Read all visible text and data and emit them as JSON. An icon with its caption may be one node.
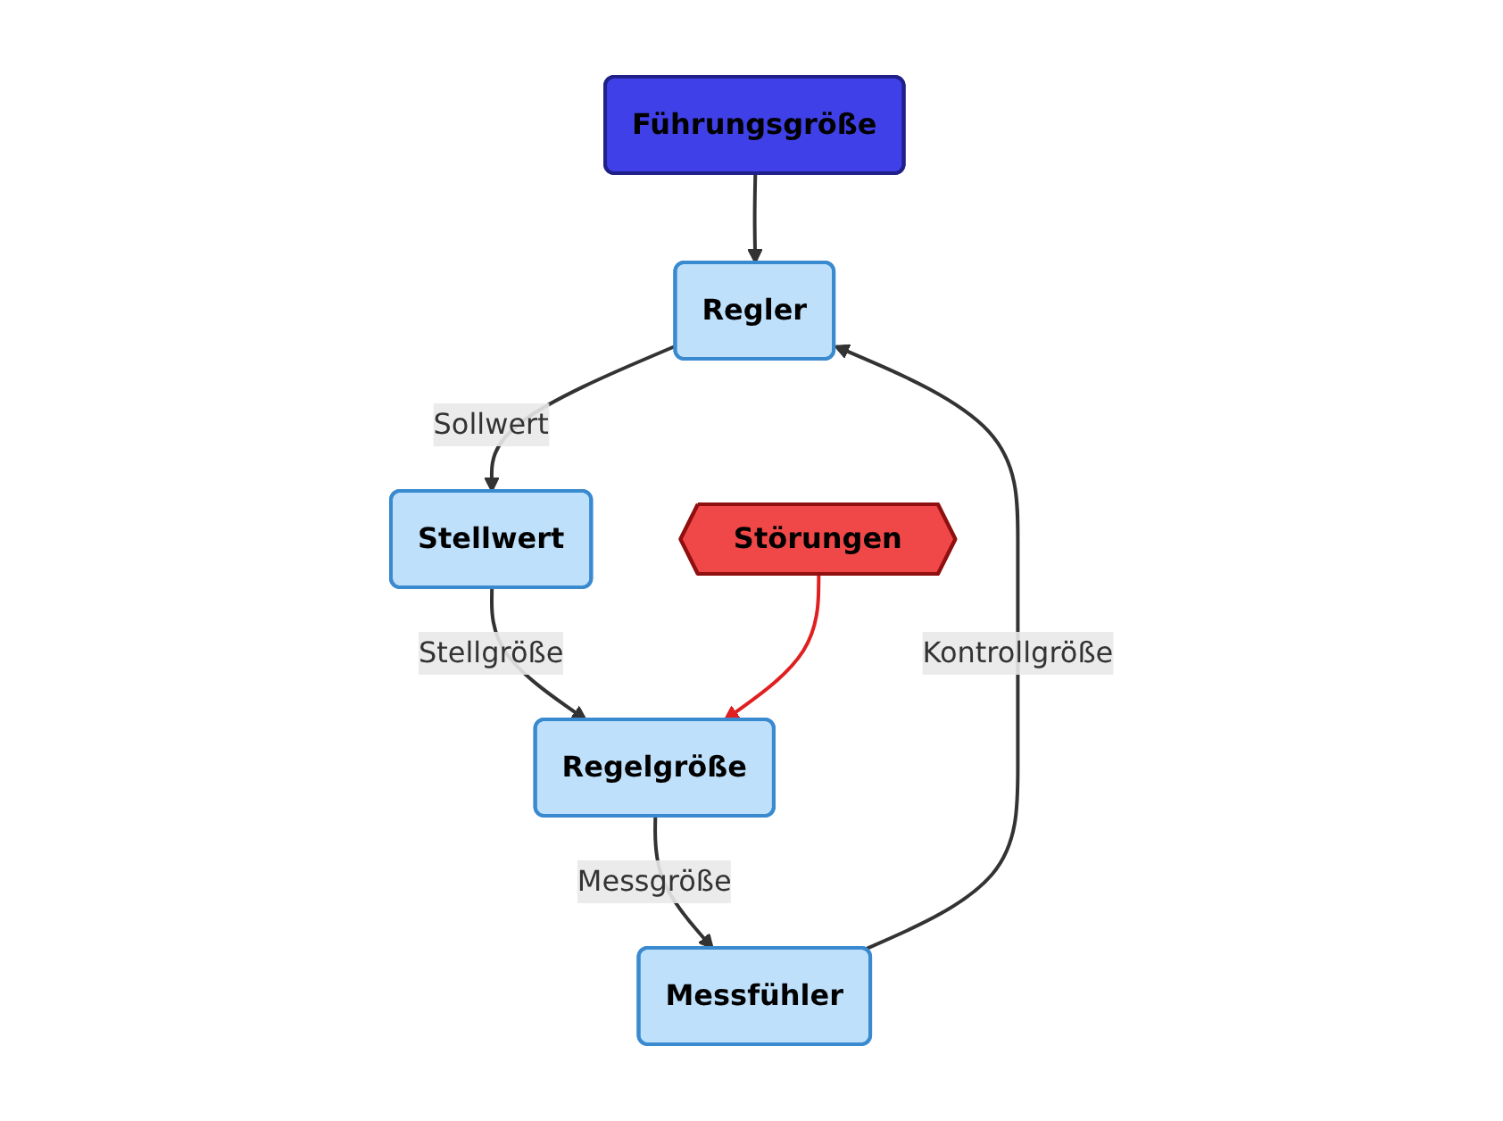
{
  "diagram": {
    "nodes": [
      {
        "text": [
          "Führungsgröße"
        ]
      },
      {
        "text": [
          "Regler"
        ]
      },
      {
        "text": [
          "Stellwert"
        ]
      },
      {
        "text": [
          "Regelgröße"
        ]
      },
      {
        "text": [
          "Messfühler"
        ]
      },
      {
        "text": [
          "Störungen"
        ]
      }
    ],
    "edges": [
      {
        "from": 0,
        "to": 1,
        "arrow": "to"
      },
      {
        "from": 1,
        "to": 2,
        "arrow": "to",
        "label": "Sollwert"
      },
      {
        "from": 2,
        "to": 3,
        "arrow": "to",
        "label": "Stellgröße"
      },
      {
        "from": 3,
        "to": 4,
        "arrow": "to",
        "label": "Messgröße"
      },
      {
        "from": 4,
        "to": 1,
        "arrow": "to",
        "label": "Kontrollgröße"
      },
      {
        "from": 5,
        "to": 3,
        "arrow": "to",
        "color": "#e02020"
      }
    ]
  }
}
